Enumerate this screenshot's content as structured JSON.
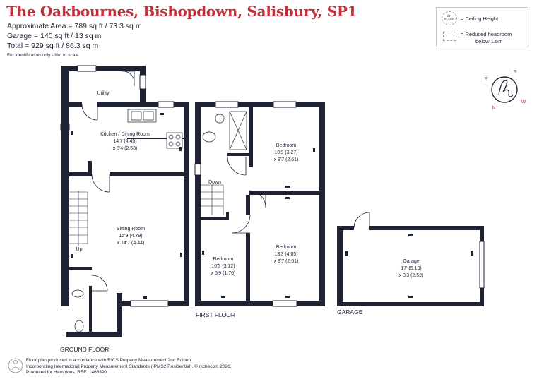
{
  "header": {
    "title": "The Oakbournes, Bishopdown, Salisbury, SP1",
    "approx_area": "Approximate Area = 789 sq ft / 73.3 sq m",
    "garage_area": "Garage = 140 sq ft / 13 sq m",
    "total_area": "Total = 929 sq ft / 86.3 sq m",
    "identification": "For identification only - Not to scale"
  },
  "key": {
    "ch_symbol": "CH",
    "ch_example": "8'4 / 2.55",
    "ceiling_height": "= Ceiling Height",
    "reduced_headroom_line1": "= Reduced headroom",
    "reduced_headroom_line2": "below 1.5m"
  },
  "compass": {
    "letters": [
      "S",
      "W",
      "N",
      "E"
    ],
    "logo": "h"
  },
  "ground_floor": {
    "label": "GROUND FLOOR",
    "utility": "Utility",
    "kitchen": {
      "name": "Kitchen / Dining Room",
      "dim1": "14'7 (4.45)",
      "dim2": "x 8'4 (2.53)"
    },
    "sitting": {
      "name": "Sitting Room",
      "dim1": "15'9 (4.79)",
      "dim2": "x 14'7 (4.44)"
    },
    "up": "Up"
  },
  "first_floor": {
    "label": "FIRST FLOOR",
    "bedroom1": {
      "name": "Bedroom",
      "dim1": "10'9 (3.27)",
      "dim2": "x 8'7 (2.61)"
    },
    "bedroom2": {
      "name": "Bedroom",
      "dim1": "13'3 (4.05)",
      "dim2": "x 8'7 (2.61)"
    },
    "bedroom3": {
      "name": "Bedroom",
      "dim1": "10'3 (3.12)",
      "dim2": "x 5'9 (1.76)"
    },
    "down": "Down"
  },
  "garage_plan": {
    "label": "GARAGE",
    "name": "Garage",
    "dim1": "17' (5.18)",
    "dim2": "x 8'3 (2.52)"
  },
  "footer": {
    "line1": "Floor plan produced in accordance with RICS Property Measurement 2nd Edition.",
    "line2": "Incorporating International Property Measurement Standards (IPMS2 Residential).  © nichecom 2026.",
    "line3": "Produced for Hamptons.   REF: 1466390"
  },
  "colors": {
    "title": "#c0303a",
    "wall": "#1e2233",
    "compass_ring": "#1e2233",
    "compass_accent": "#c0303a"
  }
}
